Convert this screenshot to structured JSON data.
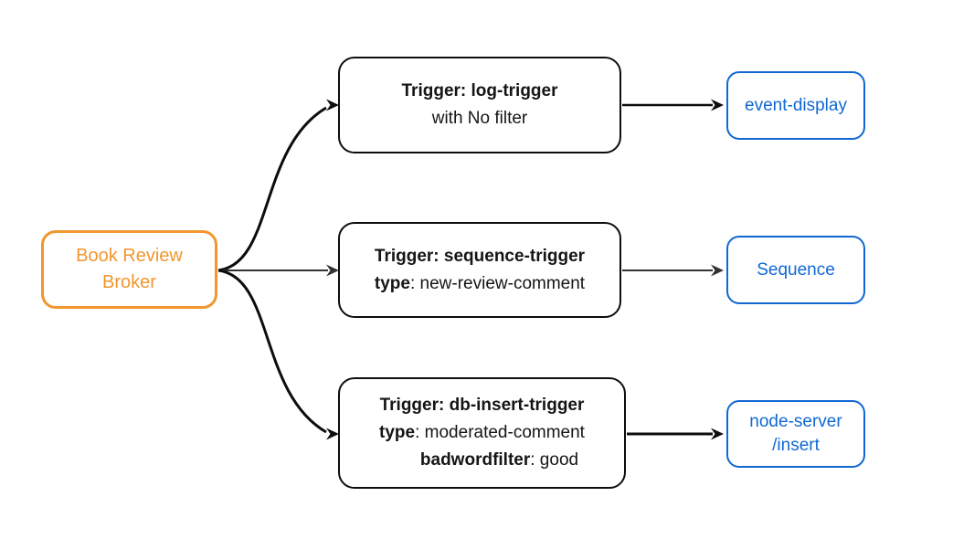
{
  "colors": {
    "orange": "#F2962E",
    "blue": "#1168D2",
    "edge_dark": "#0D0D0D",
    "edge_gray": "#333333",
    "node_border": "#0D0D0D",
    "text_dark": "#151515",
    "background": "#FFFFFF"
  },
  "nodes": {
    "broker": {
      "line1": "Book Review",
      "line2": "Broker"
    },
    "trigger_log": {
      "title": "Trigger: log-trigger",
      "subtitle": "with No filter"
    },
    "trigger_sequence": {
      "title": "Trigger: sequence-trigger",
      "attr_key": "type",
      "attr_rest": ": new-review-comment"
    },
    "trigger_db": {
      "title": "Trigger: db-insert-trigger",
      "attr1_key": "type",
      "attr1_rest": ": moderated-comment",
      "attr2_key": "badwordfilter",
      "attr2_rest": ": good"
    },
    "sink_event_display": {
      "label": "event-display"
    },
    "sink_sequence": {
      "label": "Sequence"
    },
    "sink_node_server": {
      "line1": "node-server",
      "line2": "/insert"
    }
  }
}
